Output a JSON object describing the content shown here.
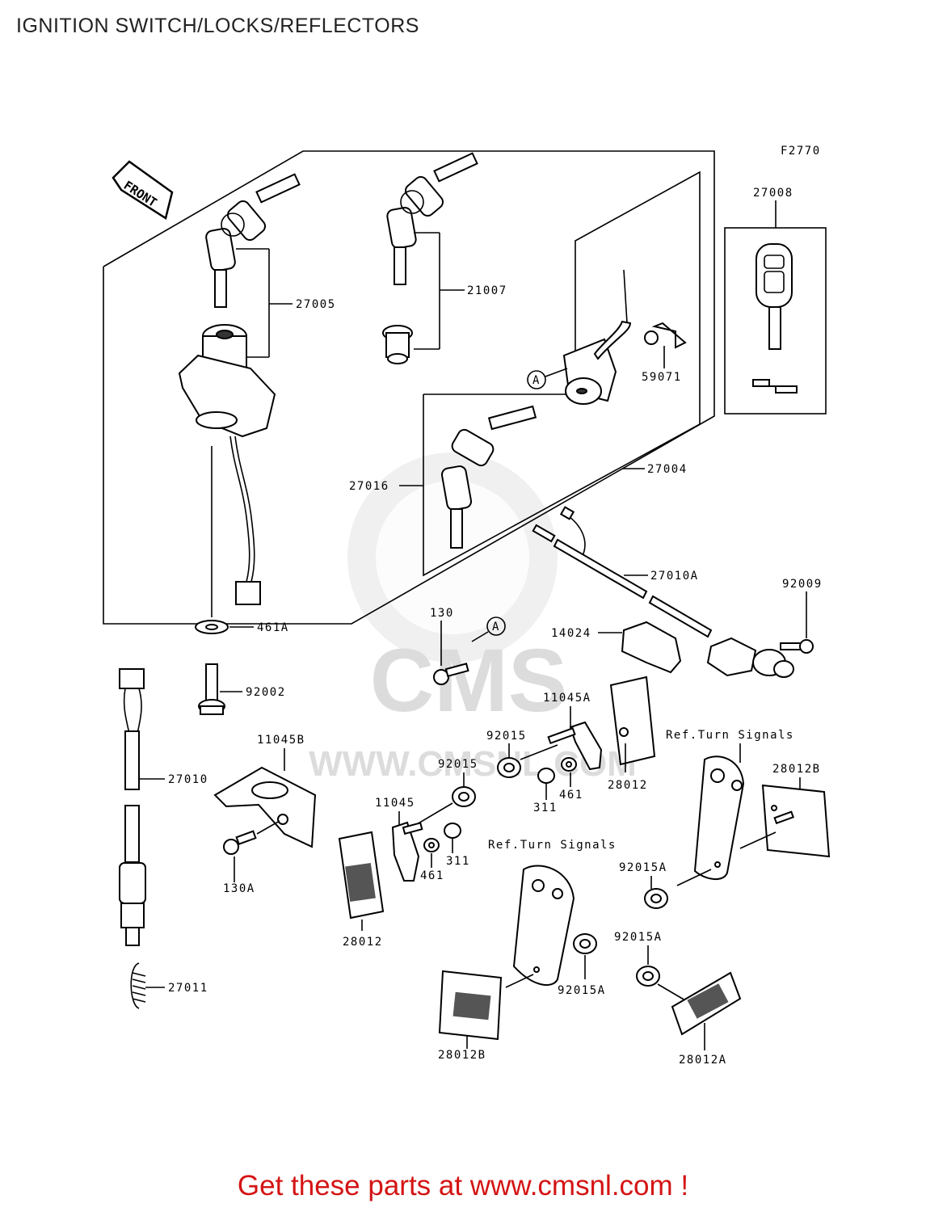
{
  "title": "IGNITION SWITCH/LOCKS/REFLECTORS",
  "figure_code": "F2770",
  "front_label": "FRONT",
  "watermark": "CMS",
  "watermark_url": "WWW.CMSNL.COM",
  "footer_cta": "Get these parts at www.cmsnl.com !",
  "callout_marker": "A",
  "ref_note": "Ref.Turn Signals",
  "parts": {
    "p27005": "27005",
    "p21007": "21007",
    "p27008": "27008",
    "p59071": "59071",
    "p27004": "27004",
    "p27016": "27016",
    "p27010A": "27010A",
    "p92009": "92009",
    "p130": "130",
    "p14024": "14024",
    "p461A": "461A",
    "p92002": "92002",
    "p11045A": "11045A",
    "p11045B": "11045B",
    "p92015a": "92015",
    "p92015b": "92015",
    "p28012a": "28012",
    "p28012B_top": "28012B",
    "p27010": "27010",
    "p11045": "11045",
    "p461a": "461",
    "p461b": "461",
    "p311a": "311",
    "p311b": "311",
    "p130A": "130A",
    "p28012b": "28012",
    "p92015A_1": "92015A",
    "p92015A_2": "92015A",
    "p92015A_3": "92015A",
    "p27011": "27011",
    "p28012B_bot": "28012B",
    "p28012A": "28012A"
  }
}
